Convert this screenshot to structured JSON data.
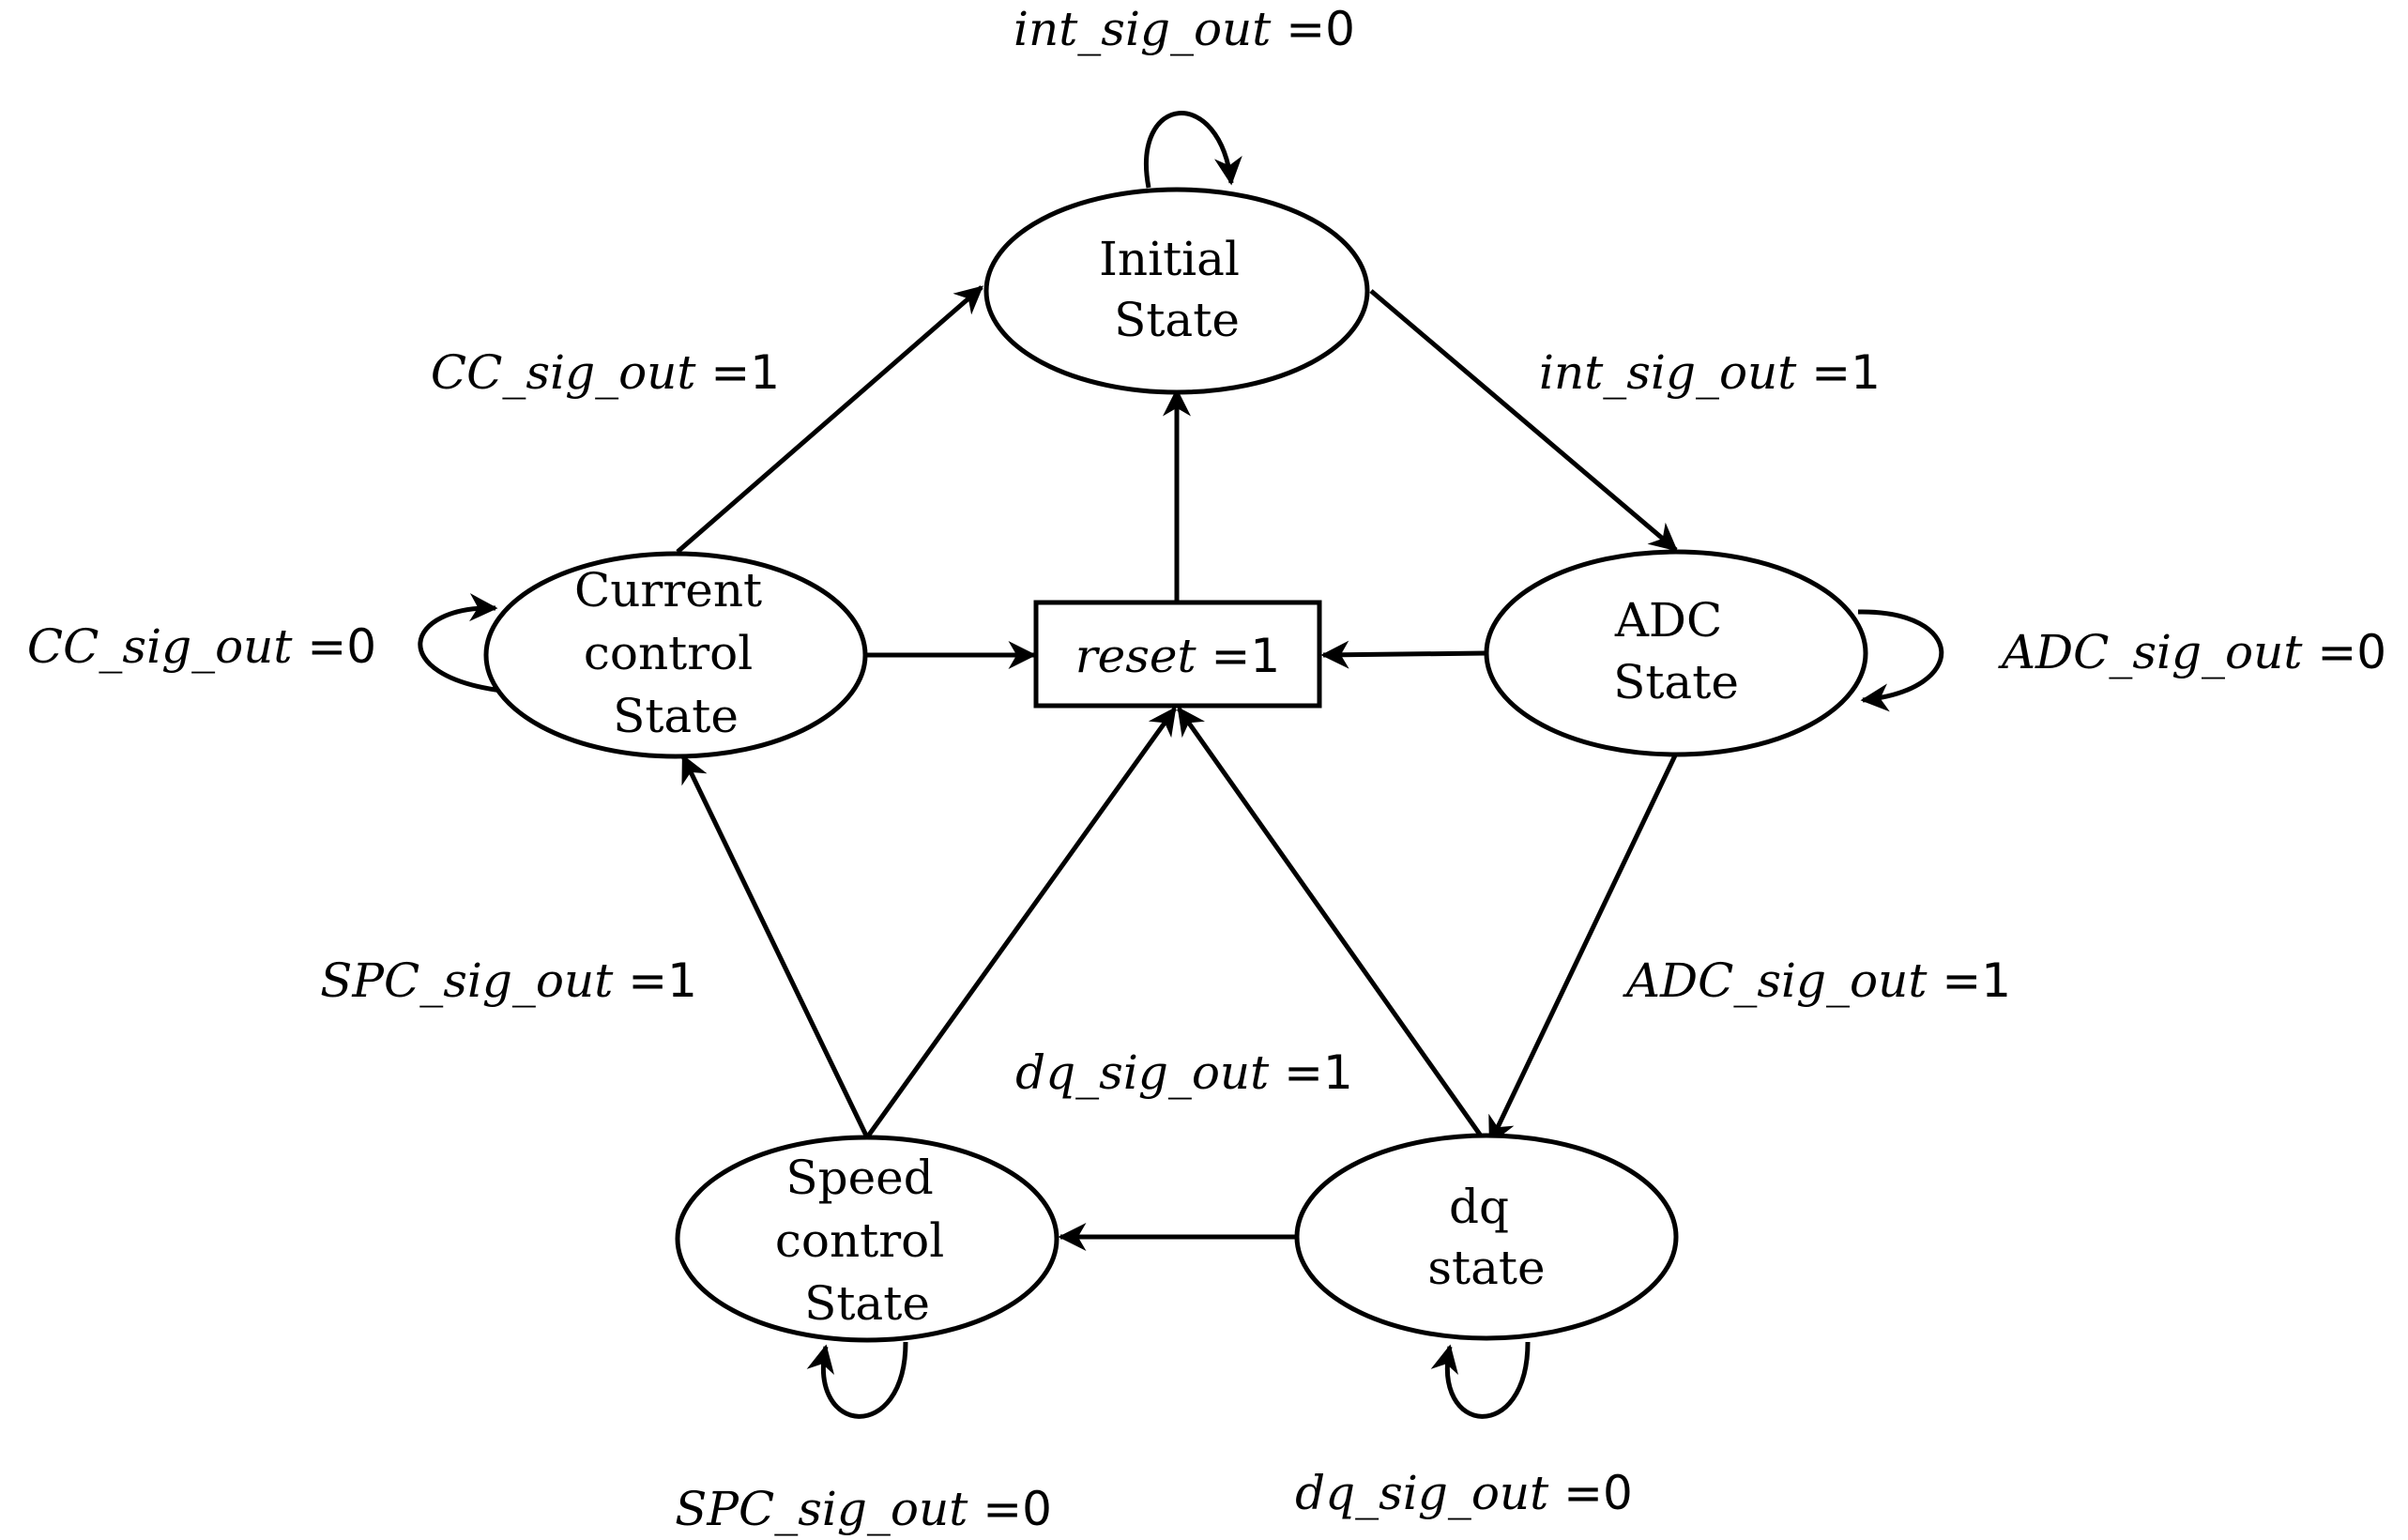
{
  "states": {
    "initial": {
      "lines": [
        "Initial",
        "State"
      ]
    },
    "current_control": {
      "lines": [
        "Current",
        "control",
        "State"
      ]
    },
    "adc": {
      "lines": [
        "ADC",
        "State"
      ]
    },
    "speed_control": {
      "lines": [
        "Speed",
        "control",
        "State"
      ]
    },
    "dq": {
      "lines": [
        "dq",
        "state"
      ]
    }
  },
  "reset": {
    "var": "reset",
    "op": " =",
    "val": "1"
  },
  "transitions": {
    "int_self": {
      "var": "int_sig_out",
      "op": " =",
      "val": "0"
    },
    "int_to_adc": {
      "var": "int_sig_out",
      "op": " =",
      "val": "1"
    },
    "cc_to_initial": {
      "var": "CC_sig_out",
      "op": " =",
      "val": "1"
    },
    "cc_self": {
      "var": "CC_sig_out",
      "op": " =",
      "val": "0"
    },
    "adc_self": {
      "var": "ADC_sig_out",
      "op": " =",
      "val": "0"
    },
    "adc_to_dq": {
      "var": "ADC_sig_out",
      "op": " =",
      "val": "1"
    },
    "spc_to_cc": {
      "var": "SPC_sig_out",
      "op": " =",
      "val": "1"
    },
    "dq_to_spc": {
      "var": "dq_sig_out",
      "op": " =",
      "val": "1"
    },
    "spc_self": {
      "var": "SPC_sig_out",
      "op": " =",
      "val": "0"
    },
    "dq_self": {
      "var": "dq_sig_out",
      "op": " =",
      "val": "0"
    }
  }
}
